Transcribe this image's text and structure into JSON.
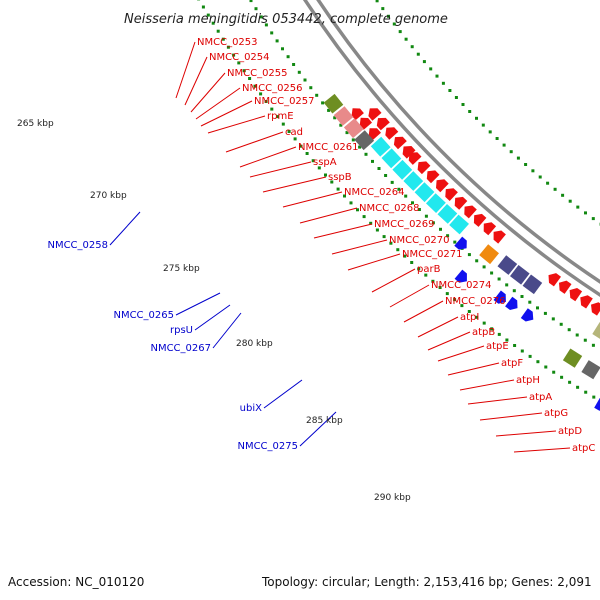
{
  "title": "Neisseria meningitidis 053442, complete genome",
  "accession": "Accession: NC_010120",
  "topology": "Topology: circular; Length: 2,153,416 bp; Genes: 2,091",
  "colors": {
    "forward_cds": "#ee1111",
    "reverse_cds": "#1111ee",
    "forward_label": "#dd0000",
    "reverse_label": "#0000cc",
    "backbone": "#888888",
    "tick": "#118811",
    "cog_navy": "#101070",
    "cog_slate": "#4a4a8a",
    "cog_olive": "#6e8e22",
    "cog_khaki": "#b5b57a",
    "cog_cyan": "#22e8ee",
    "cog_orange": "#f08a10",
    "cog_pink": "#e88a8a",
    "cog_gray": "#666666"
  },
  "scale_labels": [
    "265 kbp",
    "270 kbp",
    "275 kbp",
    "280 kbp",
    "285 kbp",
    "290 kbp"
  ],
  "forward_labels": [
    "NMCC_0253",
    "NMCC_0254",
    "NMCC_0255",
    "NMCC_0256",
    "NMCC_0257",
    "rpmE",
    "cad",
    "NMCC_0261",
    "sspA",
    "sspB",
    "NMCC_0264",
    "NMCC_0268",
    "NMCC_0269",
    "NMCC_0270",
    "NMCC_0271",
    "parB",
    "NMCC_0274",
    "NMCC_0276",
    "atpI",
    "atpB",
    "atpE",
    "atpF",
    "atpH",
    "atpA",
    "atpG",
    "atpD",
    "atpC"
  ],
  "reverse_labels": [
    "NMCC_0258",
    "NMCC_0265",
    "rpsU",
    "NMCC_0267",
    "ubiX",
    "NMCC_0275"
  ]
}
